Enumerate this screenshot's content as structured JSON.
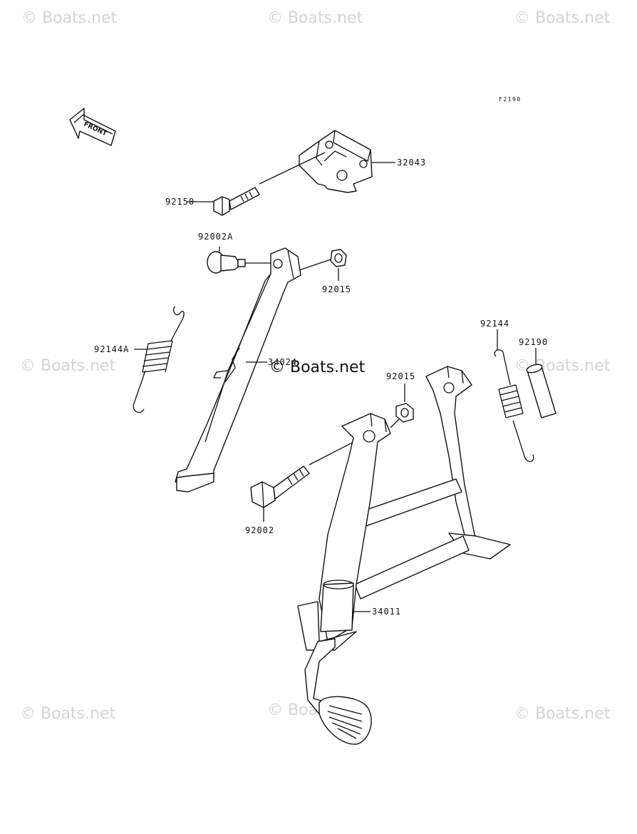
{
  "diagram": {
    "figure_code": "F2190",
    "front_label": "FRONT"
  },
  "watermarks": [
    "© Boats.net",
    "© Boats.net",
    "© Boats.net",
    "© Boats.net",
    "© Boats.net",
    "© Boats.net",
    "© Boats.net",
    "© Boats.net"
  ],
  "parts": {
    "bracket": "32043",
    "bolt_bracket": "92150",
    "pivot_bolt_side": "92002A",
    "nut_side": "92015",
    "spring_side": "92144A",
    "side_stand": "34024",
    "nut_center": "92015",
    "spring_center": "92144",
    "collar": "92190",
    "pivot_bolt_center": "92002",
    "center_stand": "34011"
  },
  "colors": {
    "line": "#111111",
    "watermark": "#d4d4d4",
    "background": "#ffffff"
  }
}
